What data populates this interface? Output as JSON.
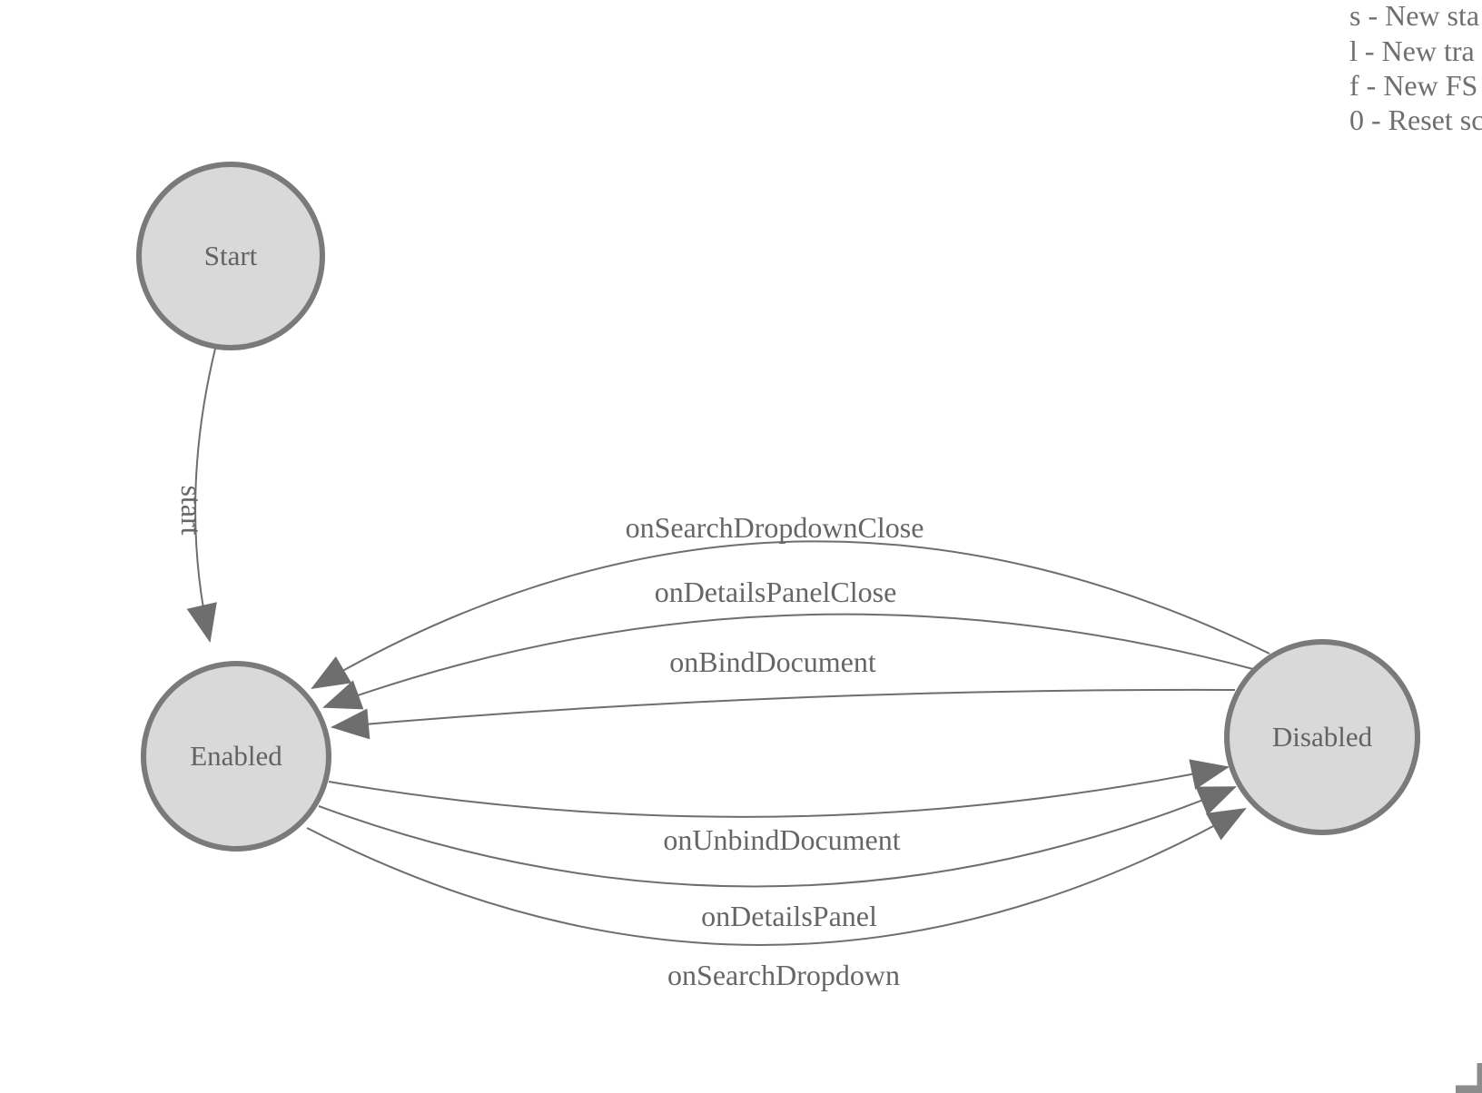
{
  "fsm": {
    "states": [
      {
        "id": "start",
        "label": "Start"
      },
      {
        "id": "enabled",
        "label": "Enabled"
      },
      {
        "id": "disabled",
        "label": "Disabled"
      }
    ],
    "transitions": [
      {
        "from": "Start",
        "to": "Enabled",
        "label": "start"
      },
      {
        "from": "Disabled",
        "to": "Enabled",
        "label": "onSearchDropdownClose"
      },
      {
        "from": "Disabled",
        "to": "Enabled",
        "label": "onDetailsPanelClose"
      },
      {
        "from": "Disabled",
        "to": "Enabled",
        "label": "onBindDocument"
      },
      {
        "from": "Enabled",
        "to": "Disabled",
        "label": "onUnbindDocument"
      },
      {
        "from": "Enabled",
        "to": "Disabled",
        "label": "onDetailsPanel"
      },
      {
        "from": "Enabled",
        "to": "Disabled",
        "label": "onSearchDropdown"
      }
    ],
    "colors": {
      "state_fill": "#d9d9d9",
      "state_stroke": "#7a7a7a",
      "edge_stroke": "#6e6e6e",
      "label_text": "#666666",
      "legend_text": "#6f6f6f"
    }
  },
  "legend": {
    "lines": [
      "s - New sta",
      "l - New tra",
      "f - New FS",
      "0 - Reset sc"
    ]
  }
}
